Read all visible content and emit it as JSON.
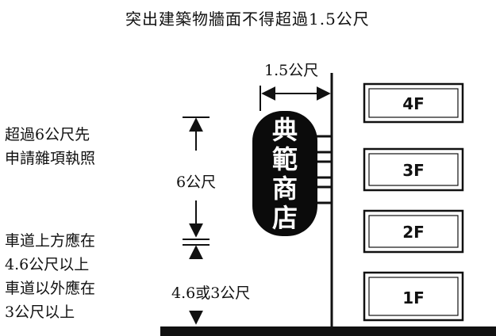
{
  "title": "突出建築物牆面不得超過1.5公尺",
  "labels": {
    "top_width": "1.5公尺",
    "sign_height": "6公尺",
    "clearance": "4.6或3公尺",
    "note_permit": [
      "超過6公尺先",
      "申請雜項執照"
    ],
    "note_clearance": [
      "車道上方應在",
      "4.6公尺以上",
      "車道以外應在",
      "3公尺以上"
    ]
  },
  "sign": {
    "text": [
      "典",
      "範",
      "商",
      "店"
    ],
    "color": "#0b0b0b",
    "text_color": "#ffffff"
  },
  "floors": [
    "4F",
    "3F",
    "2F",
    "1F"
  ]
}
